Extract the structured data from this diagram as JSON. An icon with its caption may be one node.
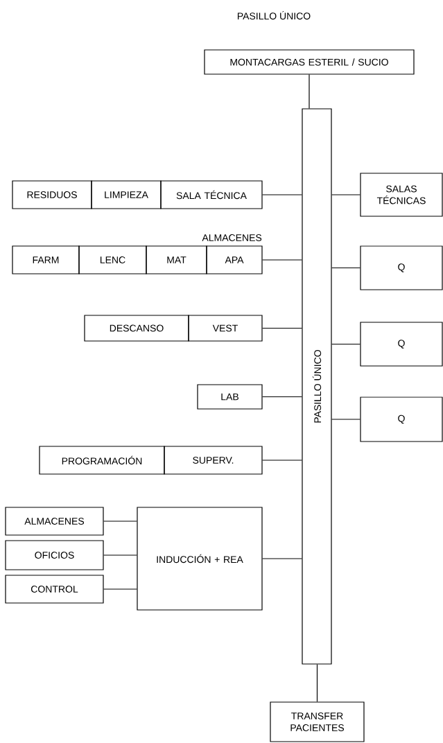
{
  "diagram": {
    "title": "PASILLO ÚNICO",
    "nodes": [
      {
        "text": [
          "MONTACARGAS ESTERIL / SUCIO"
        ]
      },
      {
        "text": [
          "PASILLO ÚNICO"
        ]
      },
      {
        "text": [
          "RESIDUOS"
        ]
      },
      {
        "text": [
          "LIMPIEZA"
        ]
      },
      {
        "text": [
          "SALA TÉCNICA"
        ]
      },
      {
        "text": [
          "SALAS TÉCNICAS"
        ]
      },
      {
        "text": [
          "FARM"
        ]
      },
      {
        "text": [
          "LENC"
        ]
      },
      {
        "text": [
          "MAT"
        ]
      },
      {
        "text": [
          "APA"
        ]
      },
      {
        "text": [
          "Q"
        ]
      },
      {
        "text": [
          "DESCANSO"
        ]
      },
      {
        "text": [
          "VEST"
        ]
      },
      {
        "text": [
          "Q"
        ]
      },
      {
        "text": [
          "LAB"
        ]
      },
      {
        "text": [
          "Q"
        ]
      },
      {
        "text": [
          "PROGRAMACIÓN"
        ]
      },
      {
        "text": [
          "SUPERV."
        ]
      },
      {
        "text": [
          "ALMACENES"
        ]
      },
      {
        "text": [
          "OFICIOS"
        ]
      },
      {
        "text": [
          "CONTROL"
        ]
      },
      {
        "text": [
          "INDUCCIÓN + REA"
        ]
      },
      {
        "text": [
          "TRANSFER PACIENTES"
        ]
      }
    ],
    "edges": [
      {
        "from": 0,
        "to": 1,
        "arrow": "none"
      },
      {
        "from": 4,
        "to": 1,
        "arrow": "none"
      },
      {
        "from": 1,
        "to": 5,
        "arrow": "none"
      },
      {
        "from": 9,
        "to": 1,
        "arrow": "none"
      },
      {
        "from": 1,
        "to": 10,
        "arrow": "none"
      },
      {
        "from": 12,
        "to": 1,
        "arrow": "none"
      },
      {
        "from": 1,
        "to": 13,
        "arrow": "none"
      },
      {
        "from": 14,
        "to": 1,
        "arrow": "none"
      },
      {
        "from": 1,
        "to": 15,
        "arrow": "none"
      },
      {
        "from": 17,
        "to": 1,
        "arrow": "none"
      },
      {
        "from": 21,
        "to": 1,
        "arrow": "none"
      },
      {
        "from": 18,
        "to": 21,
        "arrow": "none"
      },
      {
        "from": 19,
        "to": 21,
        "arrow": "none"
      },
      {
        "from": 20,
        "to": 21,
        "arrow": "none"
      },
      {
        "from": 1,
        "to": 22,
        "arrow": "none"
      }
    ],
    "labels": [
      "ALMACENES"
    ]
  }
}
